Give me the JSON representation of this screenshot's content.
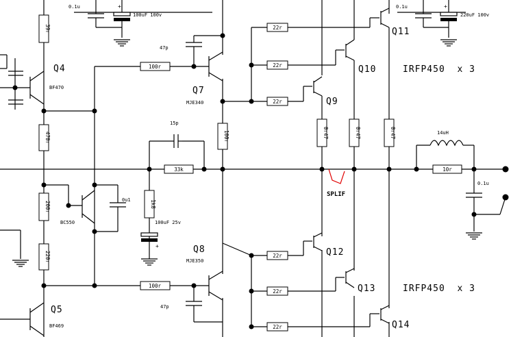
{
  "transistors": {
    "q4": {
      "name": "Q4",
      "part": "BF470"
    },
    "q5": {
      "name": "Q5",
      "part": "BF469"
    },
    "q7": {
      "name": "Q7",
      "part": "MJE340"
    },
    "q8": {
      "name": "Q8",
      "part": "MJE350"
    },
    "vbe": {
      "part": "BC550"
    },
    "q9": {
      "name": "Q9"
    },
    "q10": {
      "name": "Q10"
    },
    "q11": {
      "name": "Q11"
    },
    "q12": {
      "name": "Q12"
    },
    "q13": {
      "name": "Q13"
    },
    "q14": {
      "name": "Q14"
    },
    "top_bank": "IRFP450  x 3",
    "bottom_bank": "IRFP450  x 3"
  },
  "resistors": {
    "r_top_left": "39r",
    "r_mid_upper": "470r",
    "r_pot": "200r",
    "r_mid_lower": "220r",
    "r_q7_base": "100r",
    "r_q8_base": "100r",
    "r_q7_emit": "100r",
    "r_feedback": "33k",
    "r_gnd": "1k8",
    "r_gate_1": "22r",
    "r_gate_2": "22r",
    "r_gate_3": "22r",
    "r_gate_4": "22r",
    "r_gate_5": "22r",
    "r_gate_6": "22r",
    "r_src_1": "0r47",
    "r_src_2": "0r47",
    "r_src_3": "0r47",
    "r_out": "10r"
  },
  "capacitors": {
    "c_top_film_left": "0.1u",
    "c_top_elec_left": "100uF 100v",
    "c_top_film_right": "0.1u",
    "c_top_elec_right": "220uF 100v",
    "c_miller_top": "47p",
    "c_miller_bottom": "47p",
    "c_feedback": "15p",
    "c_vbe": "0u1",
    "c_gnd_elec": "100uF 25v",
    "c_zobel": "0.1u"
  },
  "inductor": {
    "l_out": "14uH"
  },
  "annotations": {
    "split": "SPLIF",
    "plus_1": "+",
    "plus_2": "+",
    "plus_3": "+"
  }
}
